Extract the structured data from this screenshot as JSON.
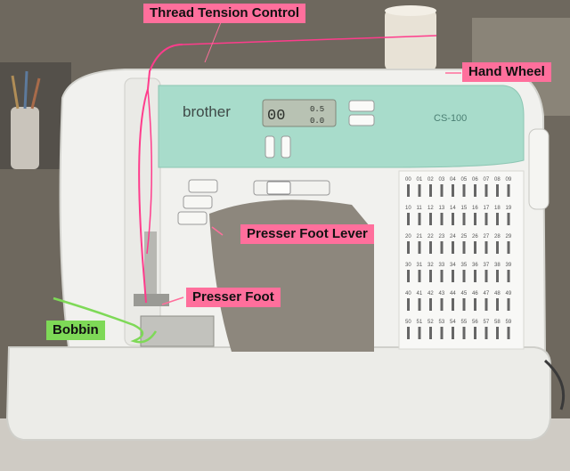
{
  "machine": {
    "brand": "brother",
    "model": "CS-100",
    "lcd_stitch": "00",
    "lcd_width": "0.5",
    "lcd_length": "0.0"
  },
  "labels": {
    "thread_tension": "Thread Tension Control",
    "hand_wheel": "Hand Wheel",
    "presser_foot_lever": "Presser Foot Lever",
    "presser_foot": "Presser Foot",
    "bobbin": "Bobbin"
  },
  "stitch_chart": {
    "rows": [
      [
        "00",
        "01",
        "02",
        "03",
        "04",
        "05",
        "06",
        "07",
        "08",
        "09"
      ],
      [
        "10",
        "11",
        "12",
        "13",
        "14",
        "15",
        "16",
        "17",
        "18",
        "19"
      ],
      [
        "20",
        "21",
        "22",
        "23",
        "24",
        "25",
        "26",
        "27",
        "28",
        "29"
      ],
      [
        "30",
        "31",
        "32",
        "33",
        "34",
        "35",
        "36",
        "37",
        "38",
        "39"
      ],
      [
        "40",
        "41",
        "42",
        "43",
        "44",
        "45",
        "46",
        "47",
        "48",
        "49"
      ],
      [
        "50",
        "51",
        "52",
        "53",
        "54",
        "55",
        "56",
        "57",
        "58",
        "59"
      ]
    ]
  },
  "colors": {
    "machine_body": "#f1f1ee",
    "accent_panel": "#a8dccb",
    "callout": "#ff6f9c",
    "callout_bobbin": "#7ed957",
    "thread_line": "#ff3c8c"
  }
}
